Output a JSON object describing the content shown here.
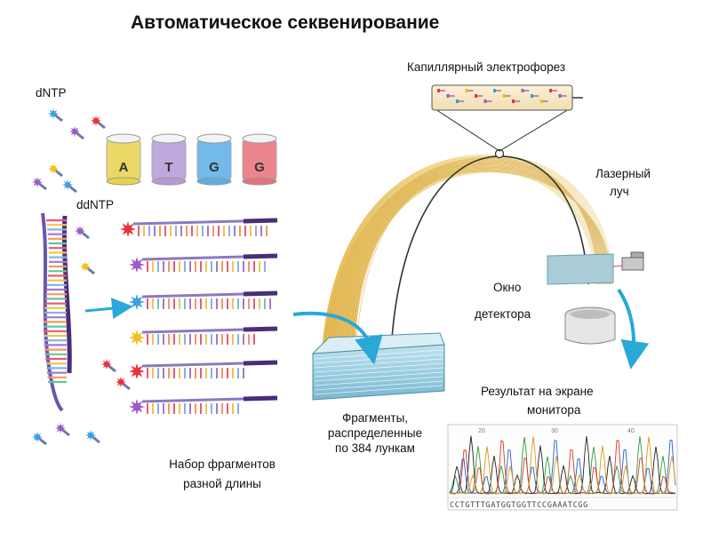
{
  "title": "Автоматическое секвенирование",
  "labels": {
    "dntp": "dNTP",
    "ddntp": "ddNTP",
    "capillary": "Капиллярный электрофорез",
    "laser_line1": "Лазерный",
    "laser_line2": "луч",
    "window_line1": "Окно",
    "window_line2": "детектора",
    "result_line1": "Результат на экране",
    "result_line2": "монитора",
    "fragments_line1": "Фрагменты,",
    "fragments_line2": "распределенные",
    "fragments_line3": "по 384 лункам",
    "set_line1": "Набор фрагментов",
    "set_line2": "разной длины"
  },
  "tubes": [
    {
      "letter": "A",
      "color": "#e8d24a"
    },
    {
      "letter": "T",
      "color": "#b59ad8"
    },
    {
      "letter": "G",
      "color": "#5aaee6"
    },
    {
      "letter": "G",
      "color": "#e8707a"
    }
  ],
  "chromatogram": {
    "position_marks": [
      "20",
      "30",
      "40"
    ],
    "sequence": "CCTGTTTGATGGTGGTTCCGAAATCGG",
    "trace_colors": [
      "#2a9d3a",
      "#1f5fcf",
      "#222222",
      "#d63a2a",
      "#d99a1a"
    ]
  },
  "colors": {
    "arc": "#e9c877",
    "arrow": "#2aa8d8",
    "star_red": "#e8323a",
    "star_purple": "#9a5bc6",
    "star_blue": "#3aa0e0",
    "star_yellow": "#f0c020"
  }
}
